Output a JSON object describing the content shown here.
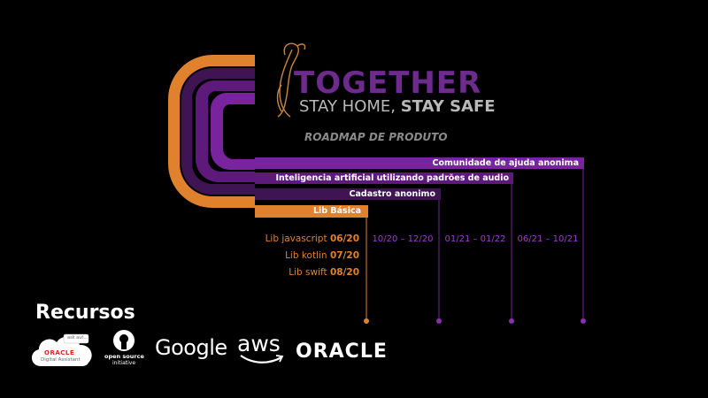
{
  "logo": {
    "title": "TOGETHER",
    "subtitle_normal": "STAY HOME, ",
    "subtitle_bold": "STAY SAFE"
  },
  "roadmap_title": "ROADMAP DE PRODUTO",
  "bars": [
    {
      "label": "Comunidade de ajuda anonima",
      "color": "#7a239e"
    },
    {
      "label": "Inteligencia artificial utilizando padrões de audio",
      "color": "#5e1a7a"
    },
    {
      "label": "Cadastro anonimo",
      "color": "#3f1452"
    },
    {
      "label": "Lib Básica",
      "color": "#e0822d"
    }
  ],
  "lib_items": [
    {
      "name": "Lib javascript ",
      "date": "06/20"
    },
    {
      "name": "Lib kotlin ",
      "date": "07/20"
    },
    {
      "name": "Lib swift ",
      "date": "08/20"
    }
  ],
  "periods": [
    "10/20 – 12/20",
    "01/21 – 01/22",
    "06/21 – 10/21"
  ],
  "resources_heading": "Recursos",
  "sponsors": {
    "oracle_da_bubble": "ask aut...",
    "oracle_da_brand": "ORACLE",
    "oracle_da_caption": "Digital Assistant",
    "osi_line1": "open source",
    "osi_line2": "initiative",
    "google": "Google",
    "aws": "aws",
    "oracle": "ORACLE"
  }
}
